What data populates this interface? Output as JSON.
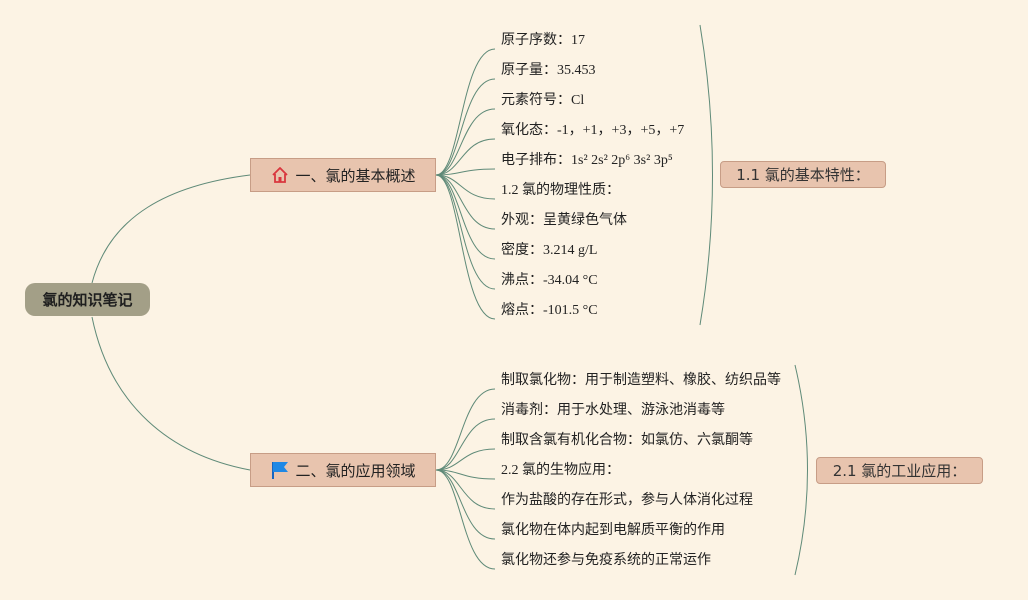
{
  "root": {
    "label": "氯的知识笔记"
  },
  "branch1": {
    "label": "一、氯的基本概述",
    "icon": "home-icon",
    "summary": "1.1 氯的基本特性：",
    "items": [
      "原子序数：17",
      "原子量：35.453",
      "元素符号：Cl",
      "氧化态：-1，+1，+3，+5，+7",
      "电子排布：1s² 2s² 2p⁶ 3s² 3p⁵",
      "1.2 氯的物理性质：",
      "外观：呈黄绿色气体",
      "密度：3.214 g/L",
      "沸点：-34.04 °C",
      "熔点：-101.5 °C"
    ]
  },
  "branch2": {
    "label": "二、氯的应用领域",
    "icon": "flag-icon",
    "summary": "2.1 氯的工业应用：",
    "items": [
      "制取氯化物：用于制造塑料、橡胶、纺织品等",
      "消毒剂：用于水处理、游泳池消毒等",
      "制取含氯有机化合物：如氯仿、六氯酮等",
      "2.2 氯的生物应用：",
      "作为盐酸的存在形式，参与人体消化过程",
      "氯化物在体内起到电解质平衡的作用",
      "氯化物还参与免疫系统的正常运作"
    ]
  },
  "colors": {
    "background": "#fcf3e4",
    "root": "#a39f87",
    "branch": "#e8c4ae",
    "line": "#5f8a78",
    "house_icon": "#d9363e",
    "flag_icon": "#1e88e5"
  }
}
